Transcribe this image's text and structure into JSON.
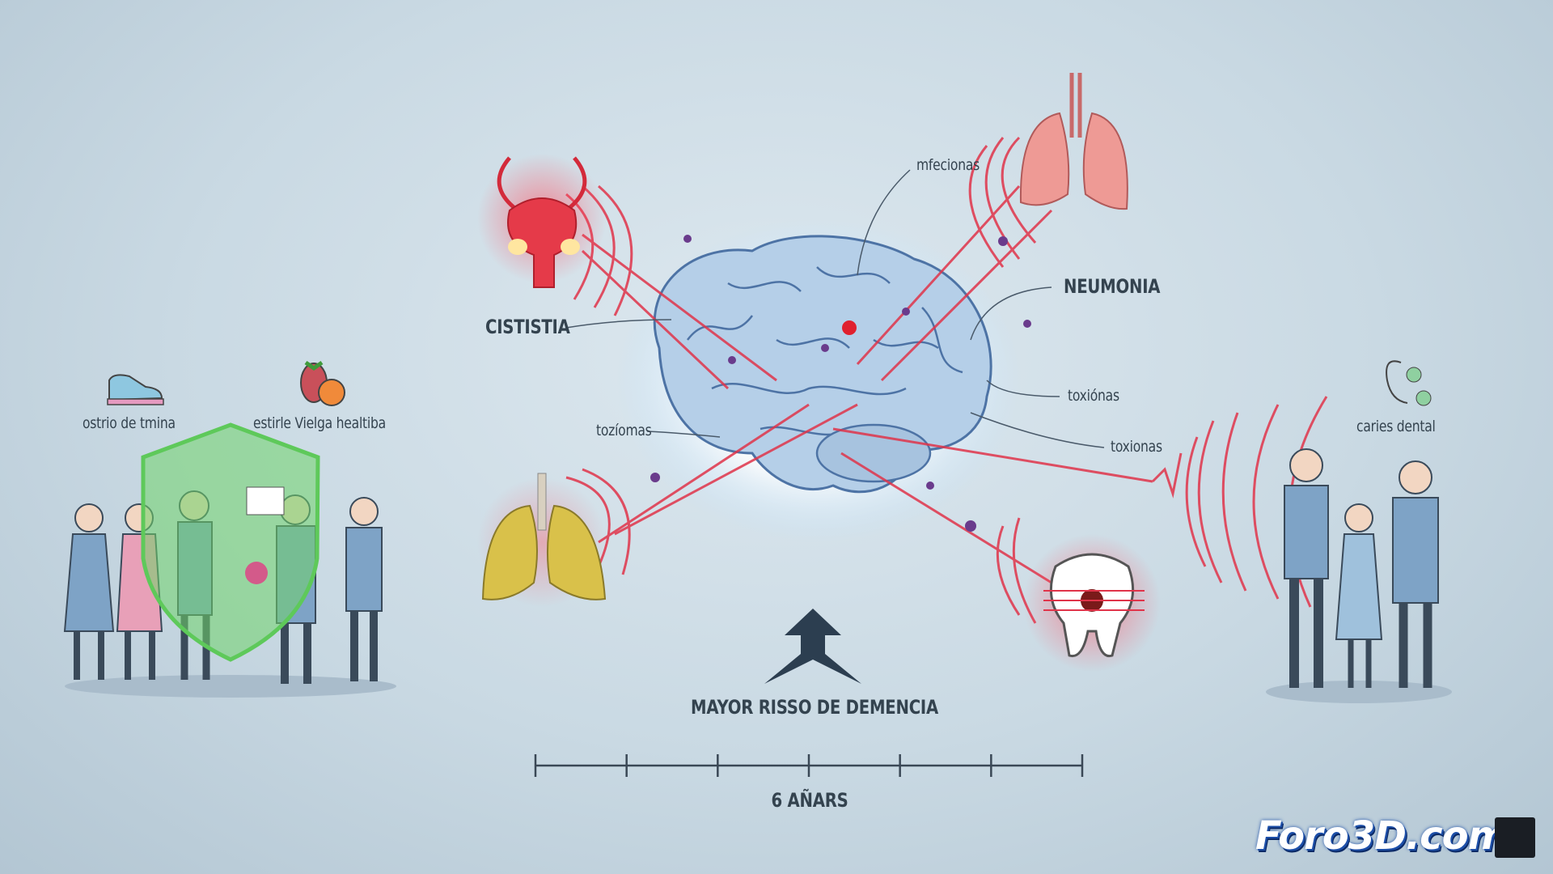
{
  "labels": {
    "cistitis": "CISTISTIA",
    "infecciones": "mfecionas",
    "neumonia": "NEUMONIA",
    "toxinas_right_1": "toxiónas",
    "toxinas_right_2": "toxionas",
    "toxinas_left": "tozíomas",
    "caries": "caries dental",
    "exercise": "ostrio de  tmina",
    "healthy_lifestyle": "estirle Vielga healtiba",
    "risk": "MAYOR RISSO DE DEMENCIA",
    "timeline": "6 AÑARS"
  },
  "logo": {
    "text": "Foro3D.com"
  },
  "icons": [
    "bladder-icon",
    "lungs-icon",
    "infected-lungs-icon",
    "tooth-icon",
    "brain-icon",
    "shoe-icon",
    "fruit-icon",
    "shield-icon",
    "bacteria-icon",
    "up-arrow-icon"
  ],
  "colors": {
    "accent_red": "#e0344a",
    "shield_green": "#6fd36a",
    "brain_blue": "#a9c6e4",
    "text": "#34434f"
  },
  "timeline": {
    "ticks": 7
  }
}
